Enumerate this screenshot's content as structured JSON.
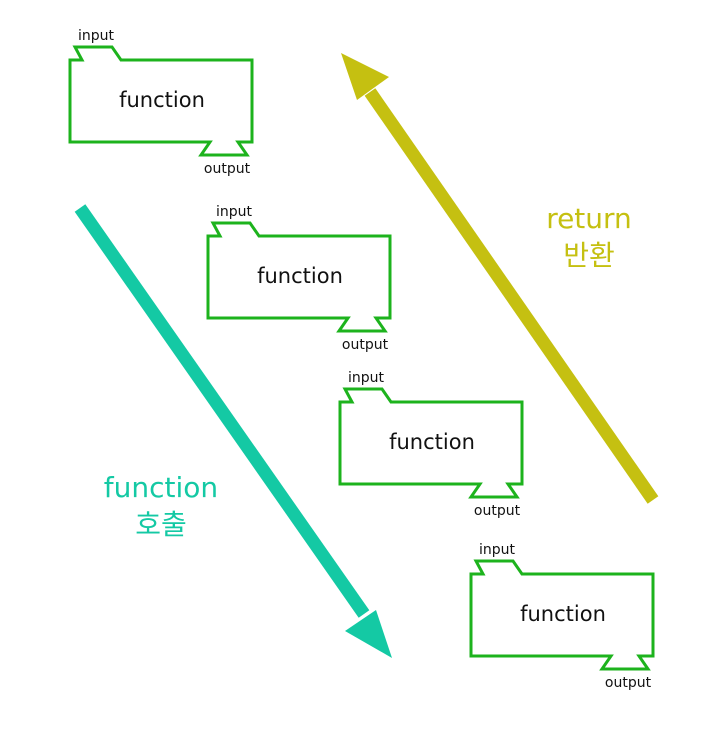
{
  "colors": {
    "box_stroke": "#1db31d",
    "call_arrow": "#14c9a4",
    "return_arrow": "#c5c011",
    "text": "#111111"
  },
  "blocks": [
    {
      "label": "function",
      "input_label": "input",
      "output_label": "output"
    },
    {
      "label": "function",
      "input_label": "input",
      "output_label": "output"
    },
    {
      "label": "function",
      "input_label": "input",
      "output_label": "output"
    },
    {
      "label": "function",
      "input_label": "input",
      "output_label": "output"
    }
  ],
  "call_arrow": {
    "line1": "function",
    "line2": "호출"
  },
  "return_arrow": {
    "line1": "return",
    "line2": "반환"
  }
}
